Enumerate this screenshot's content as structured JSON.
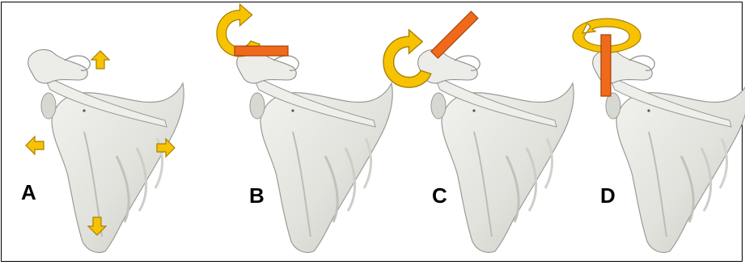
{
  "panels": [
    {
      "label": "A",
      "motion": "translation"
    },
    {
      "label": "B",
      "motion": "rotation"
    },
    {
      "label": "C",
      "motion": "rotation"
    },
    {
      "label": "D",
      "motion": "rotation"
    }
  ],
  "colors": {
    "bone": "#e6e6e2",
    "bone_shadow": "#b9b9b4",
    "bone_edge": "#9a9a96",
    "arrow_fill": "#f7c300",
    "arrow_edge": "#a77f00",
    "axis_fill": "#f06a1c",
    "axis_edge": "#a8400a",
    "frame": "#000000"
  },
  "icons": [
    "scapula-bone",
    "up-arrow-icon",
    "down-arrow-icon",
    "left-arrow-icon",
    "right-arrow-icon",
    "rotation-arrow-icon",
    "rotation-axis-bar"
  ]
}
